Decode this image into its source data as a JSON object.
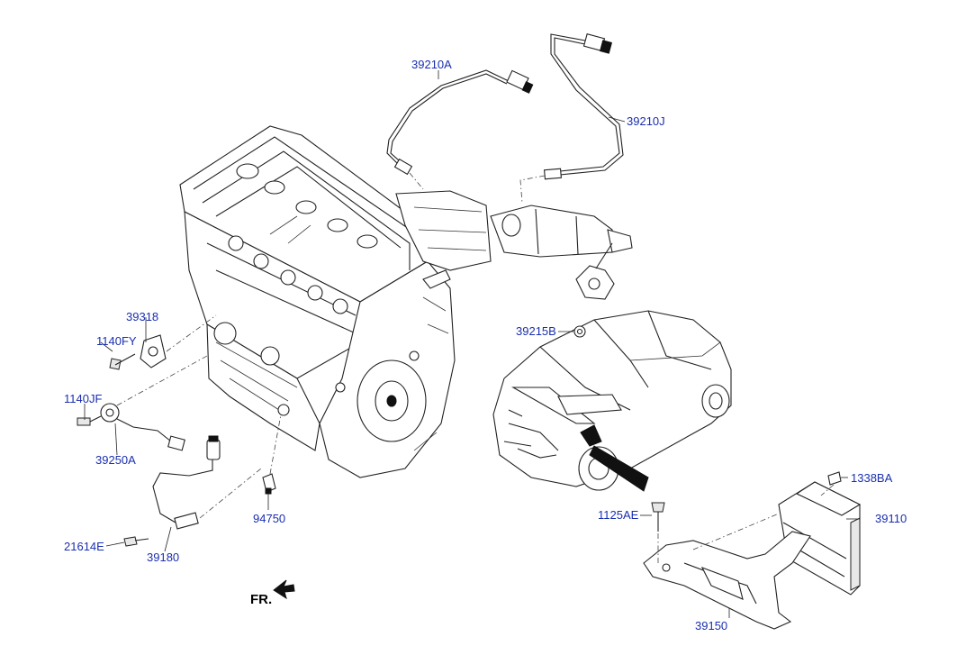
{
  "diagram": {
    "orientation_mark": "FR.",
    "parts": [
      {
        "id": "p39210A",
        "code": "39210A"
      },
      {
        "id": "p39210J",
        "code": "39210J"
      },
      {
        "id": "p39318",
        "code": "39318"
      },
      {
        "id": "p1140FY",
        "code": "1140FY"
      },
      {
        "id": "p1140JF",
        "code": "1140JF"
      },
      {
        "id": "p39250A",
        "code": "39250A"
      },
      {
        "id": "p21614E",
        "code": "21614E"
      },
      {
        "id": "p39180",
        "code": "39180"
      },
      {
        "id": "p94750",
        "code": "94750"
      },
      {
        "id": "p39215B",
        "code": "39215B"
      },
      {
        "id": "p1125AE",
        "code": "1125AE"
      },
      {
        "id": "p1338BA",
        "code": "1338BA"
      },
      {
        "id": "p39110",
        "code": "39110"
      },
      {
        "id": "p39150",
        "code": "39150"
      }
    ]
  }
}
